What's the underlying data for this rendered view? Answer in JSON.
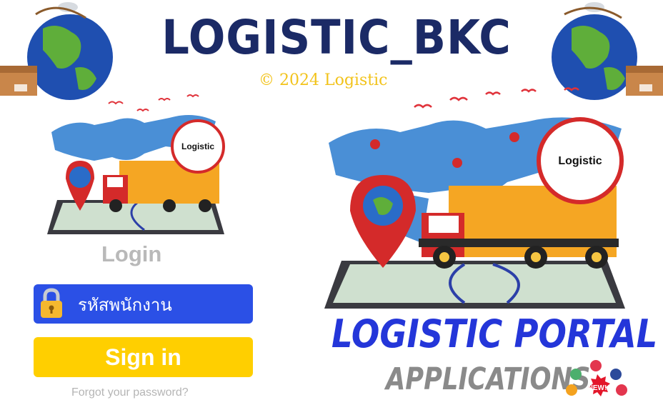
{
  "header": {
    "title": "LOGISTIC_BKC",
    "copyright": "© 2024 Logistic"
  },
  "illustration": {
    "badge_text": "Logistic"
  },
  "login": {
    "heading": "Login",
    "employee_id_placeholder": "รหัสพนักงาน",
    "signin_label": "Sign in",
    "forgot_password": "Forgot your password?"
  },
  "portal": {
    "title": "LOGISTIC PORTAL",
    "subtitle": "APPLICATIONS",
    "new_badge": "NEW!"
  },
  "colors": {
    "title": "#1b2a66",
    "copyright": "#f2c31b",
    "field_blue": "#2b50e6",
    "signin_yellow": "#ffcf00",
    "portal_blue": "#2436d9",
    "badge_red": "#e3162a"
  }
}
